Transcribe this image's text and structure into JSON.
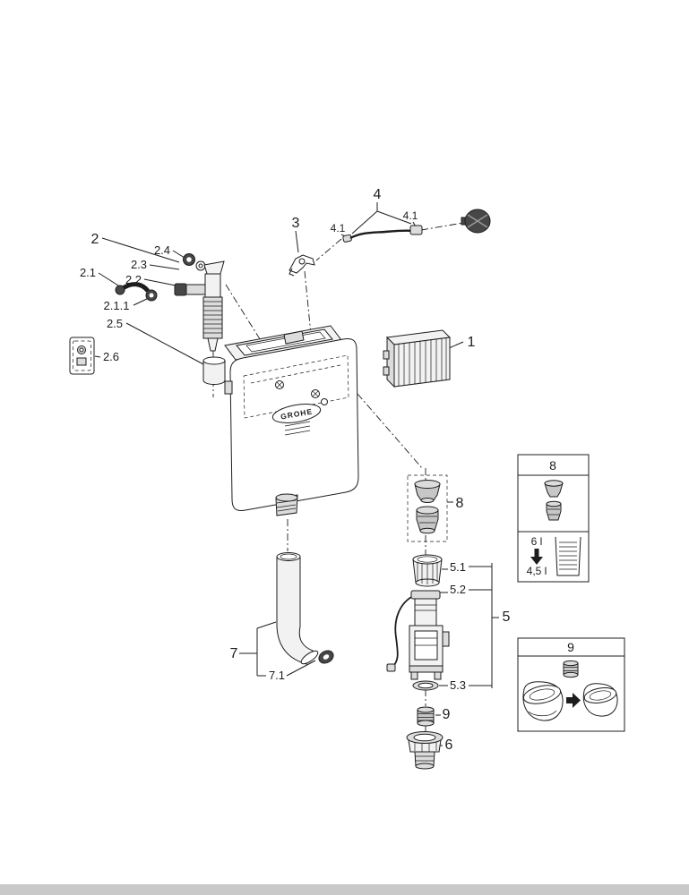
{
  "page": {
    "colors": {
      "ink": "#1d1d1d",
      "paper": "#ffffff",
      "footer": "#c9c9c9",
      "metal_light": "#f2f2f2",
      "metal_mid": "#dcdcdc",
      "metal_dark": "#474747"
    }
  },
  "diagram": {
    "brand": "GROHE",
    "labels": {
      "part1": "1",
      "part2": "2",
      "part2_1": "2.1",
      "part2_1_1": "2.1.1",
      "part2_2": "2.2",
      "part2_3": "2.3",
      "part2_4": "2.4",
      "part2_5": "2.5",
      "part2_6": "2.6",
      "part3": "3",
      "part4": "4",
      "part4_1_left": "4.1",
      "part4_1_right": "4.1",
      "part5": "5",
      "part5_1": "5.1",
      "part5_2": "5.2",
      "part5_3": "5.3",
      "part6": "6",
      "part7": "7",
      "part7_1": "7.1",
      "part8": "8",
      "part9": "9"
    },
    "inset_flush_volume": {
      "title": "8",
      "full_flush": "6 l",
      "reduced_flush": "4,5 l"
    },
    "inset_seal": {
      "title": "9"
    }
  }
}
